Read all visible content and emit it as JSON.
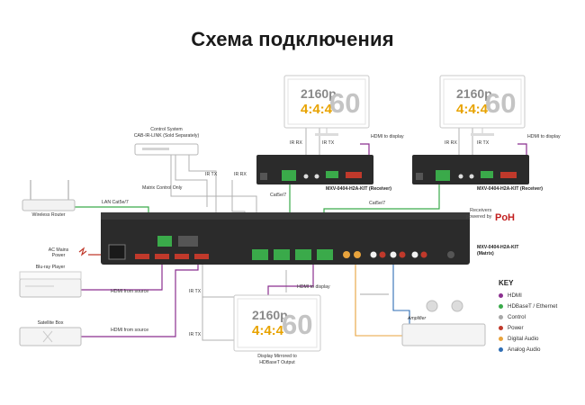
{
  "title": "Схема подключения",
  "screens": [
    {
      "res": "2160p",
      "chroma": "4:4:4",
      "fps": "60"
    },
    {
      "res": "2160p",
      "chroma": "4:4:4",
      "fps": "60"
    },
    {
      "res": "2160p",
      "chroma": "4:4:4",
      "fps": "60"
    }
  ],
  "labels": {
    "control_system": "Control System",
    "cab_ir_link": "CAB-IR-LINK (Sold Separately)",
    "matrix_control_only": "Matrix Control Only",
    "ir_tx_top": "IR TX",
    "ir_rx_top": "IR RX",
    "lan_cat": "LAN Cat5e/7",
    "wireless_router": "Wireless Router",
    "ac_mains": "AC Mains Power",
    "bluray": "Blu-ray Player",
    "satellite": "Satellite Box",
    "hdmi_from_source_1": "HDMI from source",
    "hdmi_from_source_2": "HDMI from source",
    "ir_tx_1": "IR TX",
    "ir_tx_2": "IR TX",
    "hdmi_to_display_main": "HDMI to display",
    "display_mirrored_1": "Display Mirrored to",
    "display_mirrored_2": "HDBaseT Output",
    "cat_left": "Cat5e/7",
    "cat_right": "Cat5e/7",
    "rx1_ir_rx": "IR RX",
    "rx1_ir_tx": "IR TX",
    "rx1_hdmi": "HDMI to display",
    "rx1_name": "MXV-0404-H2A-KIT (Receiver)",
    "rx2_ir_rx": "IR RX",
    "rx2_ir_tx": "IR TX",
    "rx2_hdmi": "HDMI to display",
    "rx2_name": "MXV-0404-H2A-KIT (Receiver)",
    "matrix_name_1": "MXV-0404-H2A-KIT",
    "matrix_name_2": "(Matrix)",
    "amplifier": "Amplifier",
    "receivers_1": "Receivers",
    "receivers_2": "powered by",
    "poh": "PoH"
  },
  "key": {
    "title": "KEY",
    "items": [
      {
        "label": "HDMI",
        "color": "#8b2f8f"
      },
      {
        "label": "HDBaseT / Ethernet",
        "color": "#3aaa4a"
      },
      {
        "label": "Control",
        "color": "#a8a8a8"
      },
      {
        "label": "Power",
        "color": "#c0392b"
      },
      {
        "label": "Digital Audio",
        "color": "#e8a33c"
      },
      {
        "label": "Analog Audio",
        "color": "#2e6db4"
      }
    ]
  },
  "colors": {
    "hdmi": "#8b2f8f",
    "hdbaset": "#3aaa4a",
    "control": "#a8a8a8",
    "power": "#c0392b",
    "digital_audio": "#e8a33c",
    "analog_audio": "#2e6db4",
    "chassis": "#2b2b2b",
    "accent": "#e8a300"
  }
}
